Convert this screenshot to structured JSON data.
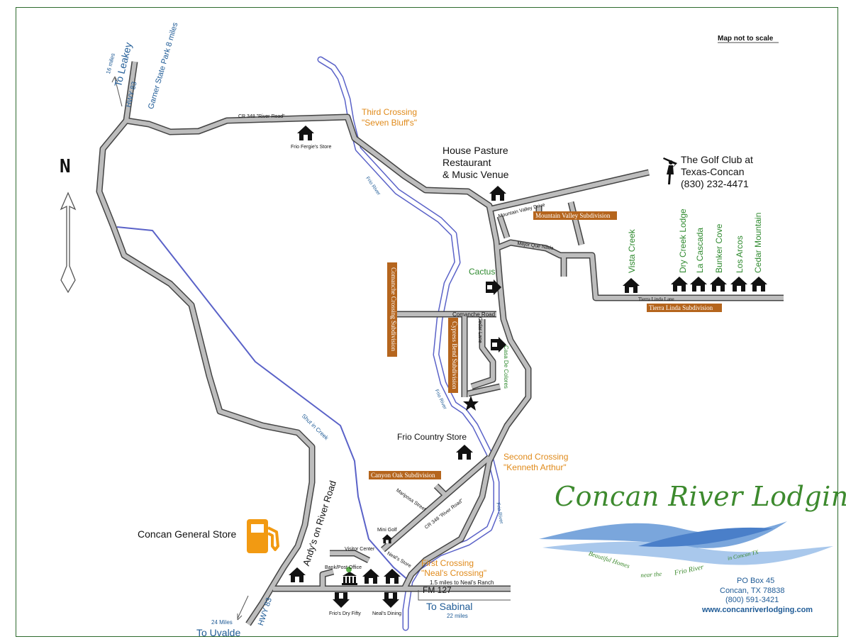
{
  "map": {
    "note": "Map not to scale",
    "north_label": "N",
    "leakey": {
      "dist": "16 miles",
      "to": "To Leakey",
      "hwy": "HWY 83"
    },
    "garner": "Garner State Park 8 miles",
    "uvalde": {
      "dist": "24 Miles",
      "to": "To Uvalde",
      "hwy": "HWY 83"
    },
    "sabinal": {
      "to": "To Sabinal",
      "dist": "22 miles"
    },
    "fm127": "FM 127",
    "neals_ranch": "1.5 miles to Neal's Ranch",
    "roads": {
      "cr348_top": "CR 348 \"River Road\"",
      "cr348_bottom": "CR 348 \"River Road\"",
      "mountain_valley_drive": "Mountain Valley Drive",
      "mejor_que_nada": "Mejor Que Nada",
      "tierra_linda_lane": "Tierra Linda Lane",
      "comanche_road": "Comanche Road",
      "cedar_lane": "Cedar Lane",
      "mariposa_street": "Mariposa Street",
      "andys_on_river_road": "Andy's on River Road"
    },
    "rivers": {
      "frio_1": "Frio River",
      "frio_2": "Frio River",
      "frio_3": "Frio River",
      "shut_in_creek": "Shut in Creek"
    },
    "crossings": {
      "third_title": "Third Crossing",
      "third_name": "\"Seven Bluff's\"",
      "second_title": "Second Crossing",
      "second_name": "\"Kenneth Arthur\"",
      "first_title": "First Crossing",
      "first_name": "\"Neal's Crossing\""
    },
    "places": {
      "frio_fergies": "Frio Fergie's Store",
      "house_pasture_1": "House Pasture",
      "house_pasture_2": "Restaurant",
      "house_pasture_3": "& Music Venue",
      "golf_1": "The Golf Club at",
      "golf_2": "Texas-Concan",
      "golf_3": "(830) 232-4471",
      "cactus": "Cactus",
      "casa_de_colores": "Casa De Colores",
      "frio_country_store": "Frio Country Store",
      "concan_general_store": "Concan General Store",
      "mini_golf": "Mini Golf",
      "visitor_center": "Visitor Center",
      "bank_post_office": "Bank/Post Office",
      "neals_store": "Neal's Store",
      "frios_dry_fifty": "Frio's Dry Fifty",
      "neals_dining": "Neal's Dining"
    },
    "subdivisions": {
      "mountain_valley": "Mountain Valley Subdivision",
      "tierra_linda": "Tierra Linda Subdivision",
      "comanche_crossing": "Comanche Crossing Subdivision",
      "cypress_bend": "Cypress Bend Subdivision",
      "canyon_oak": "Canyon Oak Subdivision"
    },
    "lodges": [
      "Vista Creek",
      "Dry Creek Lodge",
      "La Cascada",
      "Bunker Cove",
      "Los Arcos",
      "Cedar Mountain"
    ]
  },
  "brand": {
    "name": "Concan River Lodging",
    "tagline_1": "Beautiful Homes",
    "tagline_2": "near the",
    "tagline_3": "Frio River",
    "tagline_4": "in Concan TX",
    "po_box": "PO Box 45",
    "city": "Concan, TX  78838",
    "phone": "(800) 591-3421",
    "website": "www.concanriverlodging.com"
  },
  "colors": {
    "road": "#7a7a7a",
    "river": "#5a62c8",
    "orange": "#e08a1a",
    "green": "#2f8a2f",
    "subdivision": "#b5651d",
    "brand_green": "#3d8a2e",
    "brand_blue": "#1f5b96"
  }
}
